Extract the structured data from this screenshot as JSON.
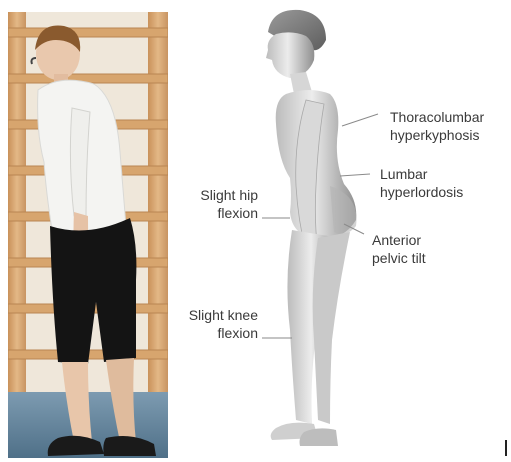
{
  "annotations": {
    "thoracolumbar": "Thoracolumbar\nhyperkyphosis",
    "lumbar": "Lumbar\nhyperlordosis",
    "anterior_pelvic_tilt": "Anterior\npelvic tilt",
    "hip_flexion": "Slight hip\nflexion",
    "knee_flexion": "Slight knee\nflexion"
  },
  "colors": {
    "wall_bars": "#d7a56e",
    "wall_bar_shadow": "#b98552",
    "floor": "#6f8fa6",
    "shirt": "#f4f4f2",
    "shorts": "#141414",
    "skin": "#e9c8ad",
    "hair": "#8a5a2e",
    "figure_light": "#e3e3e3",
    "figure_dark": "#8f8f8f",
    "label_text": "#3a3a3a",
    "leader_line": "#8a8a8a"
  }
}
